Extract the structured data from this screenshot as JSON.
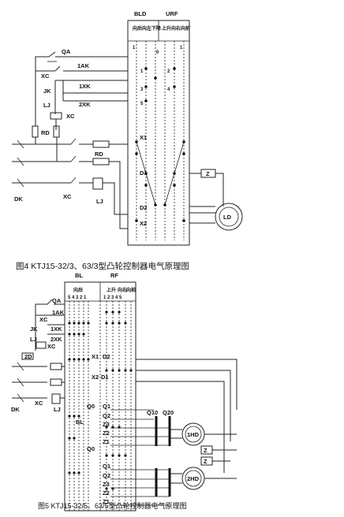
{
  "fig4": {
    "caption": "图4  KTJ15-32/3、63/3型凸轮控制器电气原理图",
    "header_left": "BLD",
    "header_right": "URF",
    "col_headers": [
      "向后",
      "向左",
      "下降",
      "上升",
      "向右",
      "向前"
    ],
    "positions": [
      "1",
      "0",
      "1",
      "1",
      "2",
      "3",
      "4",
      "5"
    ],
    "labels": {
      "qa": "QA",
      "xc": "XC",
      "ak1": "1AK",
      "jk": "JK",
      "xk1": "1XK",
      "lj": "LJ",
      "xk2": "2XK",
      "xc2": "XC",
      "rd": "RD",
      "x1": "X1",
      "rd2": "RD",
      "d1": "D1",
      "d2": "D2",
      "x2": "X2",
      "z": "Z",
      "ld": "LD",
      "dk": "DK",
      "xc3": "XC",
      "lj2": "LJ"
    }
  },
  "fig5": {
    "caption": "图5  KTJ15-32/5、63/5型凸轮控制器电气原理图",
    "header_left": "BL",
    "header_right": "RF",
    "col_headers": [
      "向后",
      "上升",
      "向右",
      "向前"
    ],
    "pos_left": "5 4 3 2 1",
    "pos_right": "1 2 3 4 5",
    "labels": {
      "qa": "QA",
      "xc": "XC",
      "ak1": "1AK",
      "jk": "JK",
      "xk1": "1XK",
      "lj": "LJ",
      "xc2": "XC",
      "xk2": "2XK",
      "d2r": "2D",
      "x1": "X1",
      "d2": "D2",
      "x2": "X2",
      "d1": "D1",
      "dk": "DK",
      "xc3": "XC",
      "lj2": "LJ",
      "bl": "BL",
      "q0": "Q0",
      "q1": "Q1",
      "q2": "Q2",
      "z3": "Z3",
      "z2": "Z2",
      "z1": "Z1",
      "q10": "Q10",
      "q20": "Q20",
      "hd1": "1HD",
      "hd2": "2HD",
      "z": "Z"
    }
  }
}
